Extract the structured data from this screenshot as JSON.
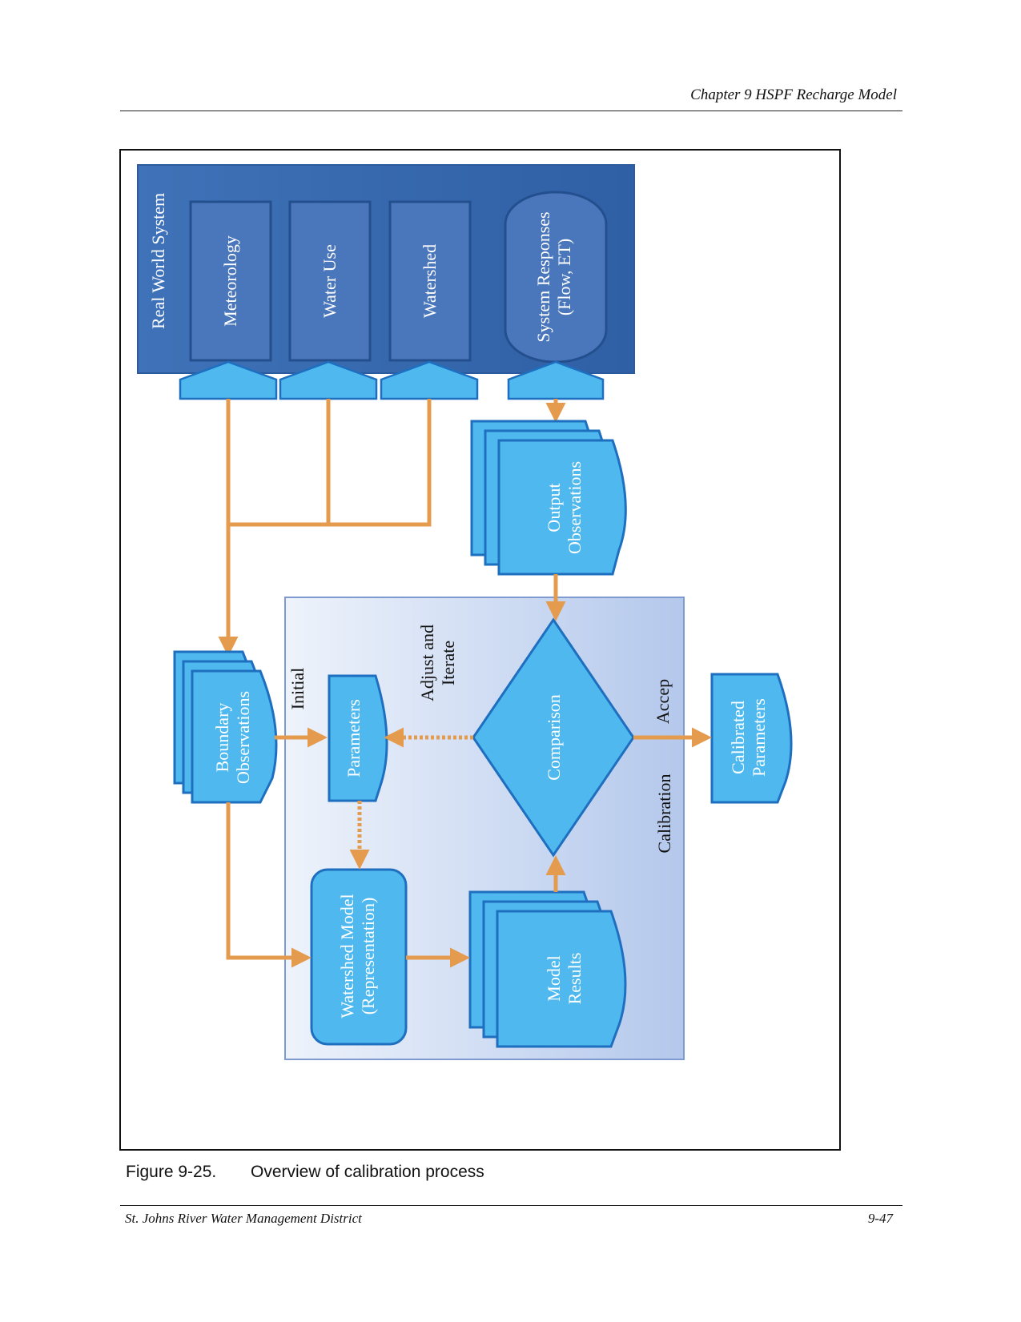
{
  "header": {
    "chapter_title": "Chapter 9 HSPF Recharge Model"
  },
  "figure": {
    "real_world_system": "Real World System",
    "meteorology": "Meteorology",
    "water_use": "Water Use",
    "watershed": "Watershed",
    "system_responses_1": "System Responses",
    "system_responses_2": "(Flow, ET)",
    "output_obs_1": "Output",
    "output_obs_2": "Observations",
    "boundary_obs_1": "Boundary",
    "boundary_obs_2": "Observations",
    "initial": "Initial",
    "parameters": "Parameters",
    "adjust_1": "Adjust and",
    "adjust_2": "Iterate",
    "comparison": "Comparison",
    "accep": "Accep",
    "calibrated_1": "Calibrated",
    "calibrated_2": "Parameters",
    "calibration": "Calibration",
    "model_1": "Watershed Model",
    "model_2": "(Representation)",
    "results_1": "Model",
    "results_2": "Results"
  },
  "caption": {
    "number": "Figure 9-25.",
    "text": "Overview of calibration process"
  },
  "footer": {
    "left": "St. Johns River Water Management District",
    "right": "9-47"
  },
  "colors": {
    "dark_blue": "#3d6fb5",
    "light_blue": "#4fb8ee",
    "border_blue": "#1e6fbf",
    "arrow_orange": "#e59b4d",
    "calibration_panel": "#d3dff4"
  }
}
